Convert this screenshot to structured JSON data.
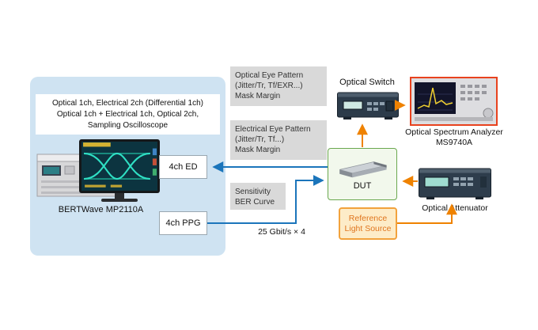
{
  "diagram": {
    "bertwave_panel": {
      "spec_lines": [
        "Optical 1ch, Electrical 2ch (Differential 1ch)",
        "Optical 1ch + Electrical 1ch, Optical 2ch,",
        "Sampling Oscilloscope"
      ],
      "device_label": "BERTWave MP2110A",
      "ed_box": "4ch ED",
      "ppg_box": "4ch PPG"
    },
    "callouts": {
      "optical_eye": [
        "Optical Eye Pattern",
        "(Jitter/Tr, Tf/EXR...)",
        "Mask Margin"
      ],
      "electrical_eye": [
        "Electrical Eye Pattern",
        "(Jitter/Tr, Tf...)",
        "Mask Margin"
      ],
      "sensitivity": [
        "Sensitivity",
        "BER Curve"
      ]
    },
    "nodes": {
      "optical_switch": "Optical Switch",
      "osa": [
        "Optical Spectrum Analyzer",
        "MS9740A"
      ],
      "dut": "DUT",
      "attenuator": "Optical Attenuator",
      "reference_source": [
        "Reference",
        "Light Source"
      ]
    },
    "edge_label": "25 Gbit/s × 4"
  },
  "colors": {
    "panel_bg": "#cfe3f2",
    "arrow_blue": "#1b75bb",
    "arrow_orange": "#ef8200",
    "callout_bg": "#d9d9d9",
    "dut_border": "#6aa84f",
    "dut_bg": "#f2f8ec",
    "reference_border": "#f2a23c",
    "reference_bg": "#fdecc8",
    "reference_text": "#e0761f",
    "osa_highlight_border": "#e8421e"
  }
}
